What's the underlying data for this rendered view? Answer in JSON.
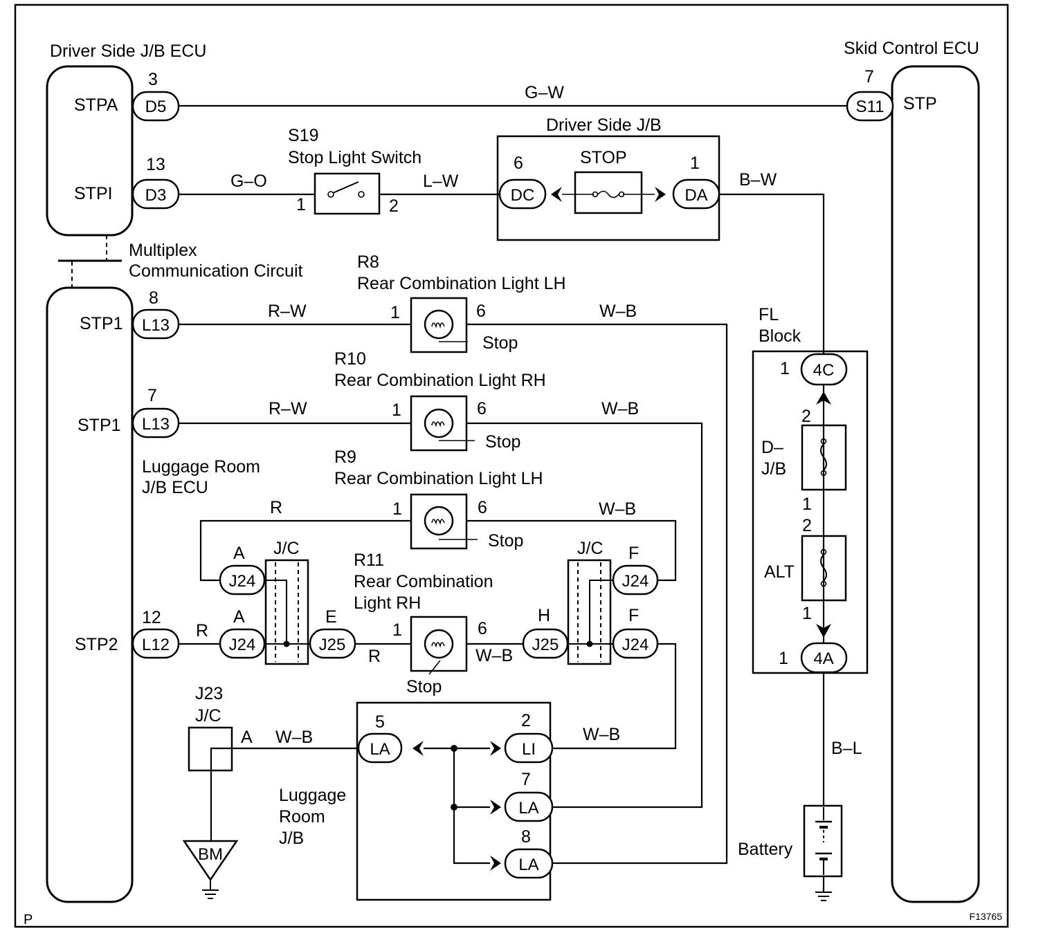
{
  "components": {
    "driver_jb_ecu": {
      "title": "Driver Side J/B ECU",
      "stpa": "STPA",
      "stpi": "STPI"
    },
    "skid_ecu": {
      "title": "Skid Control ECU",
      "stp": "STP"
    },
    "multiplex": {
      "line1": "Multiplex",
      "line2": "Communication Circuit"
    },
    "luggage_ecu": {
      "line1": "Luggage Room",
      "line2": "J/B ECU",
      "stp1a": "STP1",
      "stp1b": "STP1",
      "stp2": "STP2"
    },
    "stop_switch": {
      "code": "S19",
      "name": "Stop Light Switch"
    },
    "driver_jb": {
      "title": "Driver Side J/B",
      "fuse": "STOP"
    },
    "r8": {
      "code": "R8",
      "name": "Rear Combination Light LH",
      "stop": "Stop"
    },
    "r10": {
      "code": "R10",
      "name": "Rear Combination Light RH",
      "stop": "Stop"
    },
    "r9": {
      "code": "R9",
      "name": "Rear Combination Light LH",
      "stop": "Stop"
    },
    "r11": {
      "code": "R11",
      "name1": "Rear Combination",
      "name2": "Light RH",
      "stop": "Stop"
    },
    "jc_left": {
      "label": "J/C"
    },
    "jc_right": {
      "label": "J/C"
    },
    "j23": {
      "code": "J23",
      "label": "J/C",
      "ground": "BM"
    },
    "luggage_jb": {
      "line1": "Luggage",
      "line2": "Room",
      "line3": "J/B"
    },
    "fl_block": {
      "line1": "FL",
      "line2": "Block",
      "fuse1": "D–",
      "fuse1b": "J/B",
      "fuse2": "ALT"
    },
    "battery": {
      "label": "Battery"
    }
  },
  "connectors": {
    "d5": "D5",
    "d3": "D3",
    "s11": "S11",
    "dc": "DC",
    "da": "DA",
    "l13a": "L13",
    "l13b": "L13",
    "l12": "L12",
    "j24_ta": "J24",
    "j24_ba": "J24",
    "j25_e": "J25",
    "j25_h": "J25",
    "j24_f1": "J24",
    "j24_f2": "J24",
    "la5": "LA",
    "li2": "LI",
    "la7": "LA",
    "la8": "LA",
    "c4c": "4C",
    "c4a": "4A"
  },
  "pins": {
    "d5": "3",
    "d3": "13",
    "s11": "7",
    "dc": "6",
    "da": "1",
    "sw1": "1",
    "sw2": "2",
    "l13a": "8",
    "l13b": "7",
    "l12": "12",
    "r8_1": "1",
    "r8_6": "6",
    "r10_1": "1",
    "r10_6": "6",
    "r9_1": "1",
    "r9_6": "6",
    "r11_1": "1",
    "r11_6": "6",
    "j24_ta": "A",
    "j24_ba": "A",
    "j25_e": "E",
    "j25_h": "H",
    "j24_f1": "F",
    "j24_f2": "F",
    "j23_a": "A",
    "la5": "5",
    "li2": "2",
    "la7": "7",
    "la8": "8",
    "c4c": "1",
    "fuse1_top": "2",
    "fuse1_bot": "1",
    "fuse2_top": "2",
    "fuse2_bot": "1",
    "c4a": "1"
  },
  "wires": {
    "gw": "G–W",
    "go": "G–O",
    "lw": "L–W",
    "bw": "B–W",
    "rw1": "R–W",
    "wb1": "W–B",
    "rw2": "R–W",
    "wb2": "W–B",
    "r_top": "R",
    "wb_r9": "W–B",
    "r_l12": "R",
    "r_r11": "R",
    "wb_r11": "W–B",
    "wb_j23": "W–B",
    "wb_li": "W–B",
    "bl": "B–L"
  },
  "corner": {
    "left": "P",
    "right": "F13765"
  }
}
